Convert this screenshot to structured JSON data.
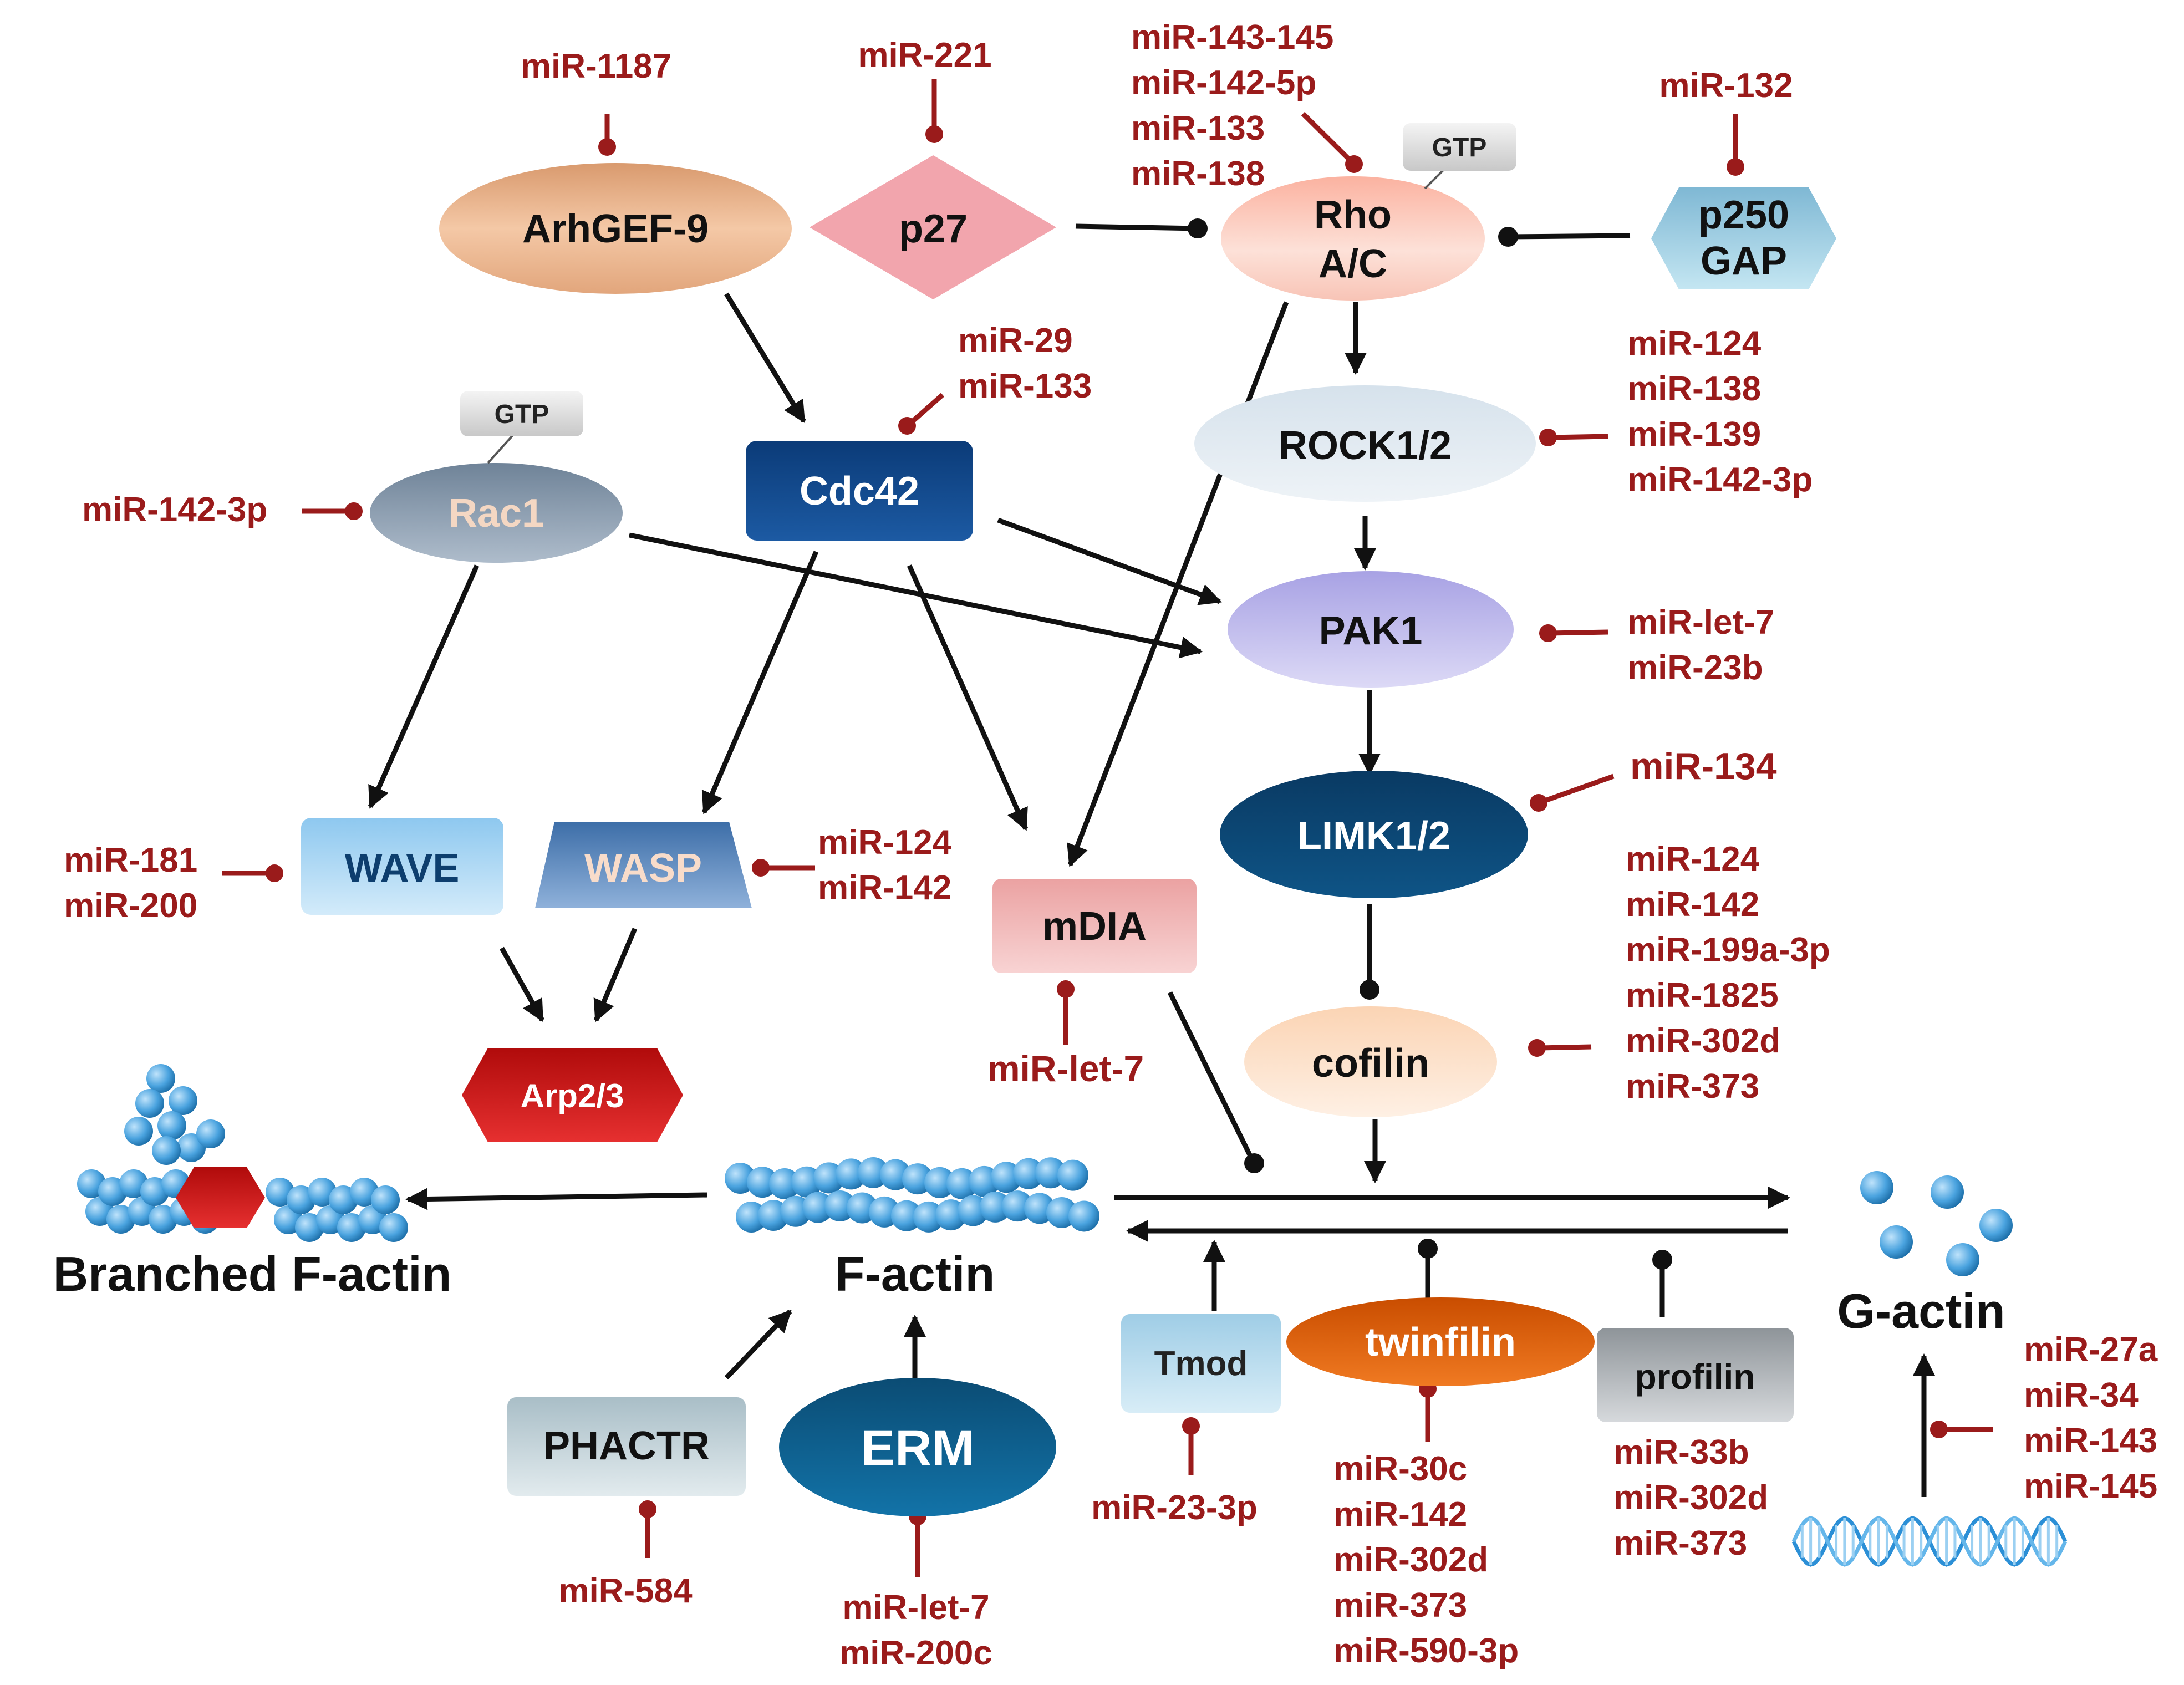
{
  "nodes": {
    "arhgef9": "ArhGEF-9",
    "p27": "p27",
    "rho_l1": "Rho",
    "rho_l2": "A/C",
    "p250_l1": "p250",
    "p250_l2": "GAP",
    "gtp": "GTP",
    "rac1": "Rac1",
    "cdc42": "Cdc42",
    "rock": "ROCK1/2",
    "pak1": "PAK1",
    "limk": "LIMK1/2",
    "cofilin": "cofilin",
    "wave": "WAVE",
    "wasp": "WASP",
    "mdia": "mDIA",
    "arp": "Arp2/3",
    "tmod": "Tmod",
    "twinfilin": "twinfilin",
    "profilin": "profilin",
    "phactr": "PHACTR",
    "erm": "ERM"
  },
  "labels": {
    "branched": "Branched F-actin",
    "factin": "F-actin",
    "gactin": "G-actin"
  },
  "mirnas": {
    "arhgef9": [
      "miR-1187"
    ],
    "p27": [
      "miR-221"
    ],
    "rho": [
      "miR-143-145",
      "miR-142-5p",
      "miR-133",
      "miR-138"
    ],
    "p250": [
      "miR-132"
    ],
    "cdc42": [
      "miR-29",
      "miR-133"
    ],
    "rac1": [
      "miR-142-3p"
    ],
    "rock": [
      "miR-124",
      "miR-138",
      "miR-139",
      "miR-142-3p"
    ],
    "pak1": [
      "miR-let-7",
      "miR-23b"
    ],
    "limk": [
      "miR-134"
    ],
    "cofilin": [
      "miR-124",
      "miR-142",
      "miR-199a-3p",
      "miR-1825",
      "miR-302d",
      "miR-373"
    ],
    "wave": [
      "miR-181",
      "miR-200"
    ],
    "wasp": [
      "miR-124",
      "miR-142"
    ],
    "mdia": [
      "miR-let-7"
    ],
    "tmod": [
      "miR-23-3p"
    ],
    "twinfilin": [
      "miR-30c",
      "miR-142",
      "miR-302d",
      "miR-373",
      "miR-590-3p"
    ],
    "profilin": [
      "miR-33b",
      "miR-302d",
      "miR-373"
    ],
    "phactr": [
      "miR-584"
    ],
    "erm": [
      "miR-let-7",
      "miR-200c"
    ],
    "gactin": [
      "miR-27a",
      "miR-34",
      "miR-143",
      "miR-145"
    ]
  },
  "colors": {
    "mirna": "#9a1b1b",
    "arrow": "#111111",
    "actin_bead": "#4aa3df",
    "arp": "#d41414"
  }
}
